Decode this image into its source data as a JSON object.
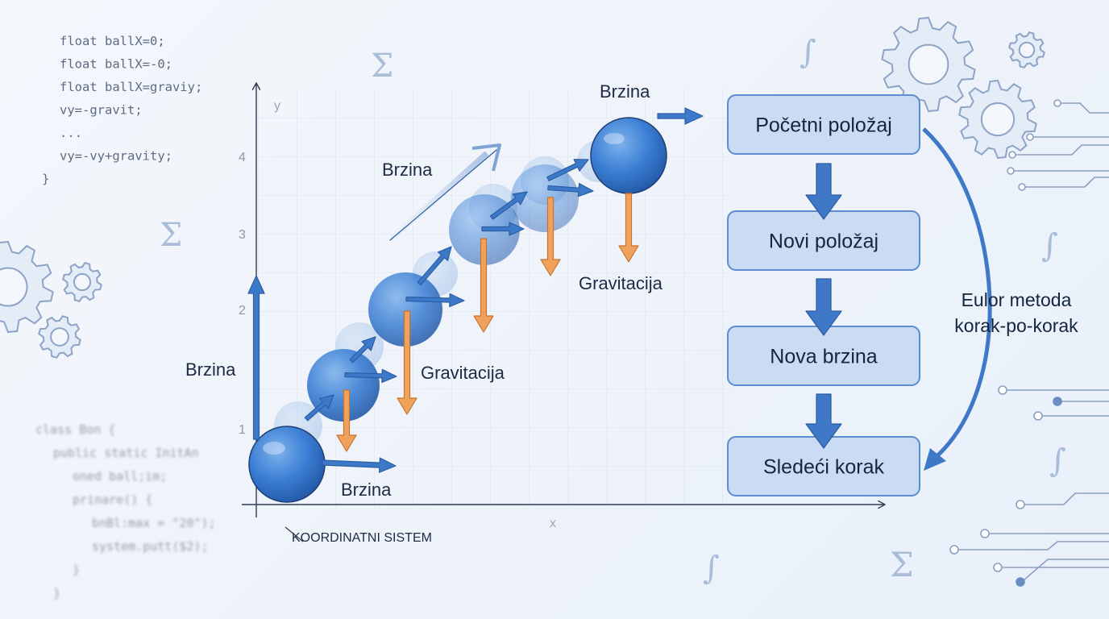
{
  "code_top": [
    "float ballX=0;",
    "float ballX=-0;",
    "float ballX=graviy;",
    "vy=-gravit;",
    "...",
    "vy=-vy+gravity;",
    "}"
  ],
  "code_blurred": [
    "class Bon {",
    "public static InitAn",
    "oned ball;im;",
    "prinare() {",
    "bnBl:max = \"20\");",
    "system.putt($2);",
    "}",
    "}"
  ],
  "axes": {
    "y_label": "y",
    "x_label": "x",
    "y_ticks": [
      "1",
      "2",
      "3",
      "4"
    ],
    "coord_label": "KOORDINATNI SISTEM"
  },
  "labels": {
    "brzina": "Brzina",
    "gravitacija": "Gravitacija"
  },
  "flow": {
    "steps": [
      "Početni položaj",
      "Novi položaj",
      "Nova brzina",
      "Sledeći korak"
    ],
    "loop_label_line1": "Eulor metoda",
    "loop_label_line2": "korak-po-korak"
  },
  "colors": {
    "ball": "#3b7fd4",
    "velocity_arrow": "#3d79c9",
    "gravity_arrow": "#f0a25c",
    "box_fill": "#cadcf3",
    "box_stroke": "#5b8dd0"
  },
  "icons": [
    "gear-icon",
    "sigma-icon",
    "integral-icon",
    "circuit-icon"
  ]
}
